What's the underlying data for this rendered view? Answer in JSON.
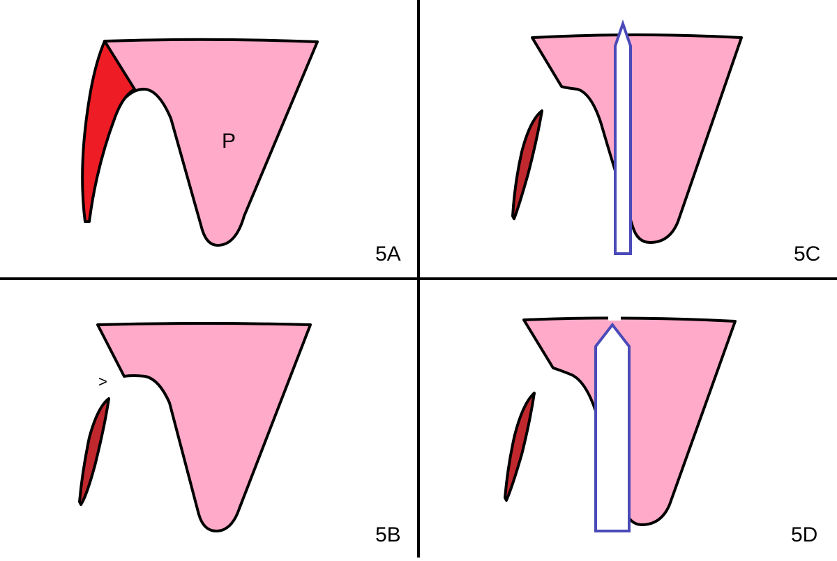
{
  "panels": [
    {
      "id": "5A",
      "label": "5A"
    },
    {
      "id": "5B",
      "label": "5B"
    },
    {
      "id": "5C",
      "label": "5C"
    },
    {
      "id": "5D",
      "label": "5D"
    }
  ],
  "annotations": {
    "tissue_label": "P",
    "gap_marker": ">"
  },
  "colors": {
    "background": "#ffffff",
    "divider": "#000000",
    "pink_tissue": "#ffaac8",
    "red_tissue": "#ee1c24",
    "dark_red_tissue": "#c0282e",
    "instrument_outline": "#4a4ab8",
    "instrument_fill": "#ffffff",
    "outline": "#000000"
  },
  "icons": {
    "instrument": "arrow-probe-icon"
  }
}
